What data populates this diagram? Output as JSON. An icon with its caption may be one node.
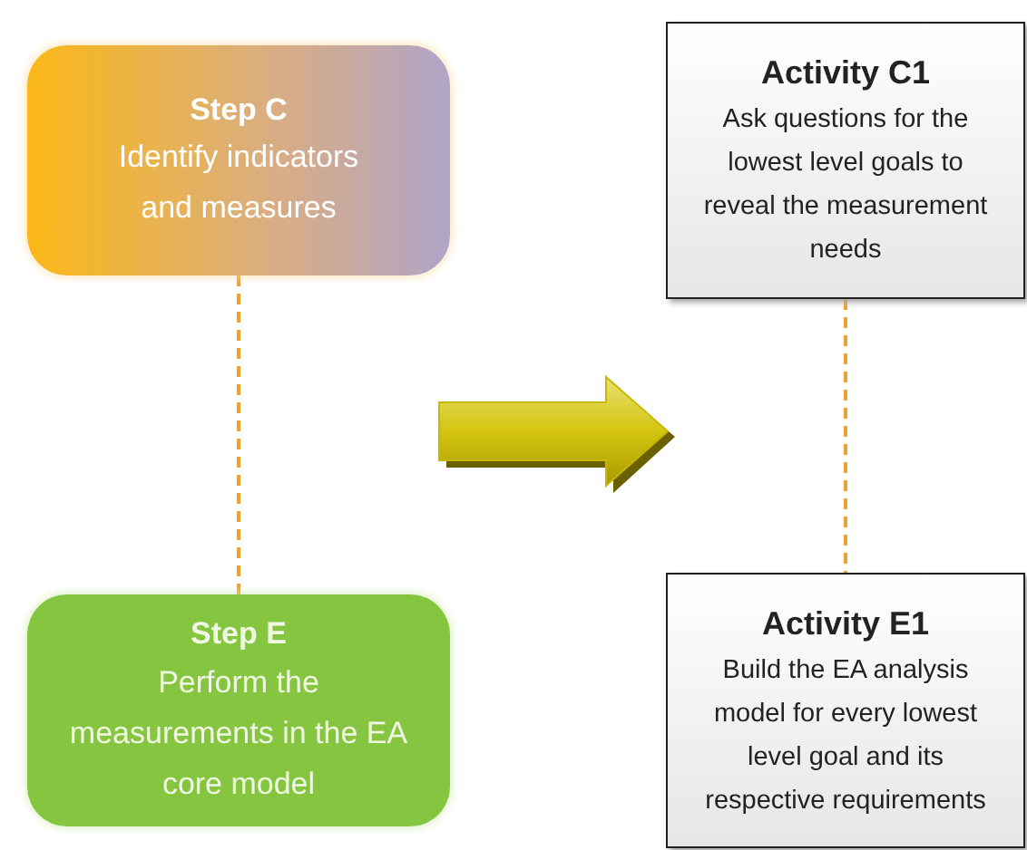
{
  "diagram": {
    "nodes": [
      {
        "text": [
          "Step C",
          "Identify indicators and measures"
        ]
      },
      {
        "text": [
          "Step E",
          "Perform the measurements in the EA core model"
        ]
      },
      {
        "text": [
          "Activity C1",
          "Ask questions for the lowest level goals to reveal the measurement needs"
        ]
      },
      {
        "text": [
          "Activity E1",
          "Build the EA analysis model for every lowest level goal and its respective requirements"
        ]
      }
    ],
    "edges": [
      {
        "from": 0,
        "to": 1,
        "arrow": "none",
        "style": "dashed"
      },
      {
        "from": 2,
        "to": 3,
        "arrow": "none",
        "style": "dashed"
      }
    ]
  }
}
